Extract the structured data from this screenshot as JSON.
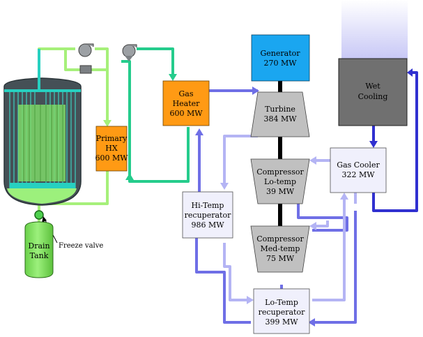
{
  "colors": {
    "salt_loop": "#a6f07a",
    "secondary_loop": "#25cc8c",
    "hot_co2": "#6f6fe6",
    "cool_co2": "#b4b4f4",
    "cooling_water": "#3030d0",
    "orange_box": "#ff9a14",
    "generator": "#1aa6f0",
    "turbomachine": "#c0c0c0",
    "wet_cooling": "#707070",
    "hx_box": "#f0f0fc",
    "reactor_body": "#455056",
    "reactor_tubes": "#27d0c0",
    "tank": "#80e060"
  },
  "diagram": {
    "generator": {
      "line1": "Generator",
      "line2": "270 MW"
    },
    "turbine": {
      "line1": "Turbine",
      "line2": "384 MW"
    },
    "compressor_lo": {
      "line1": "Compressor",
      "line2": "Lo-temp",
      "line3": "39 MW"
    },
    "compressor_med": {
      "line1": "Compressor",
      "line2": "Med-temp",
      "line3": "75 MW"
    },
    "gas_heater": {
      "line1": "Gas",
      "line2": "Heater",
      "line3": "600 MW"
    },
    "primary_hx": {
      "line1": "Primary",
      "line2": "HX",
      "line3": "600 MW"
    },
    "wet_cooling": {
      "line1": "Wet",
      "line2": "Cooling"
    },
    "gas_cooler": {
      "line1": "Gas Cooler",
      "line2": "322 MW"
    },
    "hi_temp_recup": {
      "line1": "Hi-Temp",
      "line2": "recuperator",
      "line3": "986 MW"
    },
    "lo_temp_recup": {
      "line1": "Lo-Temp",
      "line2": "recuperator",
      "line3": "399 MW"
    },
    "drain_tank": {
      "line1": "Drain",
      "line2": "Tank"
    },
    "freeze_valve": {
      "label": "Freeze valve"
    }
  }
}
